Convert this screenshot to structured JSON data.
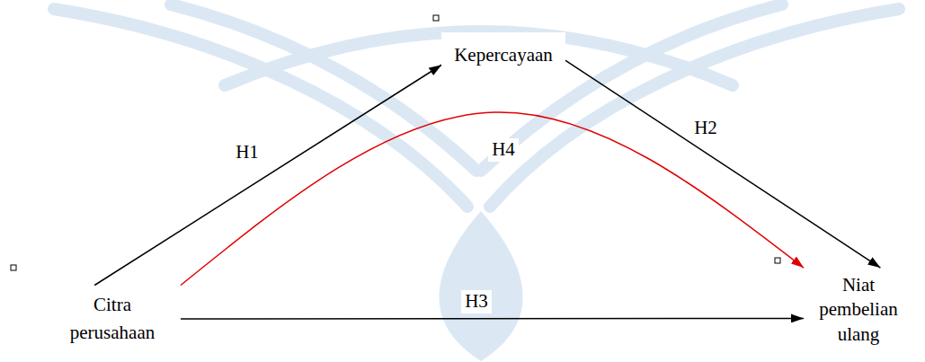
{
  "diagram": {
    "nodes": [
      {
        "text": [
          "Kepercayaan"
        ]
      },
      {
        "text": [
          "Citra perusahaan"
        ]
      },
      {
        "text": [
          "Niat pembelian ulang"
        ]
      }
    ],
    "edges": [
      {
        "from": 1,
        "to": 0,
        "arrow": "to",
        "label": "H1"
      },
      {
        "from": 0,
        "to": 2,
        "arrow": "to",
        "label": "H2"
      },
      {
        "from": 1,
        "to": 2,
        "arrow": "to",
        "label": "H3"
      },
      {
        "from": 1,
        "to": 2,
        "arrow": "to",
        "label": "H4"
      }
    ]
  }
}
